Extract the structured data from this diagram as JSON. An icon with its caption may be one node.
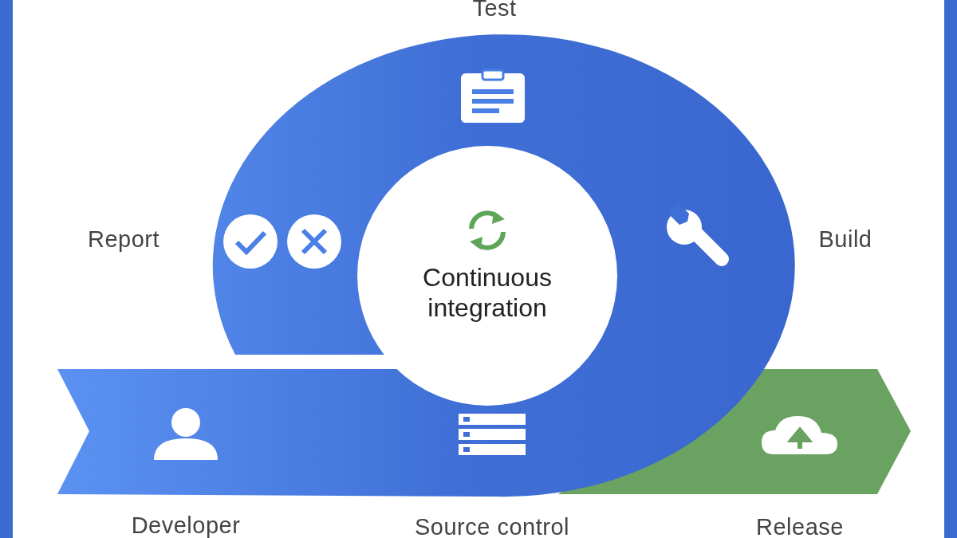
{
  "diagram": {
    "nodes": [
      {
        "text": [
          "Continuous integration"
        ]
      }
    ],
    "labels": [
      "Test",
      "Report",
      "Build",
      "Developer",
      "Source control",
      "Release"
    ]
  }
}
